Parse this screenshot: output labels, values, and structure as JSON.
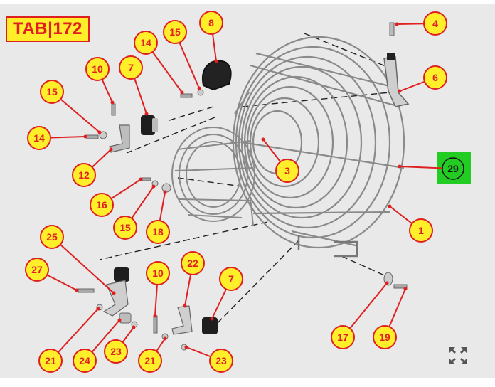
{
  "tab_label": "TAB|172",
  "callouts": [
    {
      "n": "1",
      "kind": "yellow"
    },
    {
      "n": "3",
      "kind": "yellow"
    },
    {
      "n": "4",
      "kind": "yellow"
    },
    {
      "n": "6",
      "kind": "yellow"
    },
    {
      "n": "7",
      "kind": "yellow"
    },
    {
      "n": "8",
      "kind": "yellow"
    },
    {
      "n": "10",
      "kind": "yellow"
    },
    {
      "n": "12",
      "kind": "yellow"
    },
    {
      "n": "14",
      "kind": "yellow"
    },
    {
      "n": "14",
      "kind": "yellow"
    },
    {
      "n": "15",
      "kind": "yellow"
    },
    {
      "n": "15",
      "kind": "yellow"
    },
    {
      "n": "15",
      "kind": "yellow"
    },
    {
      "n": "16",
      "kind": "yellow"
    },
    {
      "n": "18",
      "kind": "yellow"
    },
    {
      "n": "25",
      "kind": "yellow"
    },
    {
      "n": "27",
      "kind": "yellow"
    },
    {
      "n": "21",
      "kind": "yellow"
    },
    {
      "n": "24",
      "kind": "yellow"
    },
    {
      "n": "23",
      "kind": "yellow"
    },
    {
      "n": "10",
      "kind": "yellow"
    },
    {
      "n": "22",
      "kind": "yellow"
    },
    {
      "n": "7",
      "kind": "yellow"
    },
    {
      "n": "21",
      "kind": "yellow"
    },
    {
      "n": "23",
      "kind": "yellow"
    },
    {
      "n": "17",
      "kind": "yellow"
    },
    {
      "n": "19",
      "kind": "yellow"
    },
    {
      "n": "29",
      "kind": "green"
    }
  ],
  "colors": {
    "background": "#e9e9e9",
    "callout_fill": "#ffee2a",
    "callout_stroke": "#e02020",
    "leader": "#e02020",
    "green_tag": "#22cc22",
    "wire": "#8a8a8a"
  },
  "icons": {
    "fullscreen": "expand-arrows-icon"
  }
}
